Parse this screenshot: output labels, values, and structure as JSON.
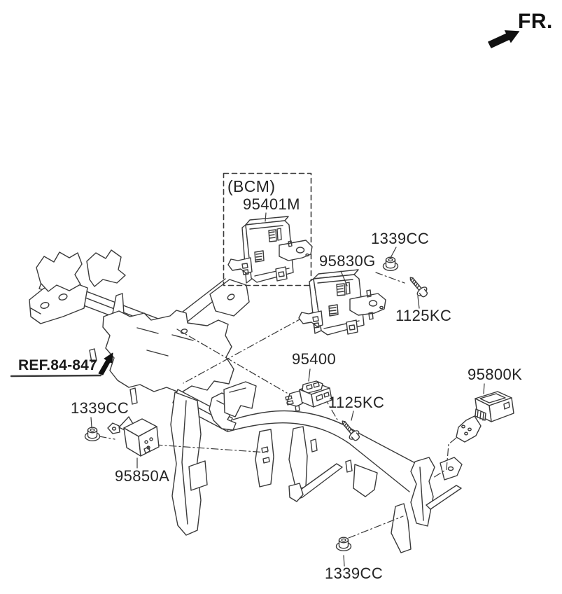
{
  "diagram": {
    "direction_indicator": "FR.",
    "reference_callout": "REF.84-847",
    "bcm_group": {
      "caption": "(BCM)",
      "part_number": "95401M"
    },
    "callouts": {
      "module_95830g": "95830G",
      "unit_95400": "95400",
      "unit_95800k": "95800K",
      "relay_95850a": "95850A",
      "nut_top": "1339CC",
      "nut_left": "1339CC",
      "nut_bottom": "1339CC",
      "bolt_upper": "1125KC",
      "bolt_lower": "1125KC"
    },
    "colors": {
      "background": "#ffffff",
      "line_art": "#3a3a3a",
      "label_text": "#242424",
      "arrow_fill": "#111111"
    }
  }
}
